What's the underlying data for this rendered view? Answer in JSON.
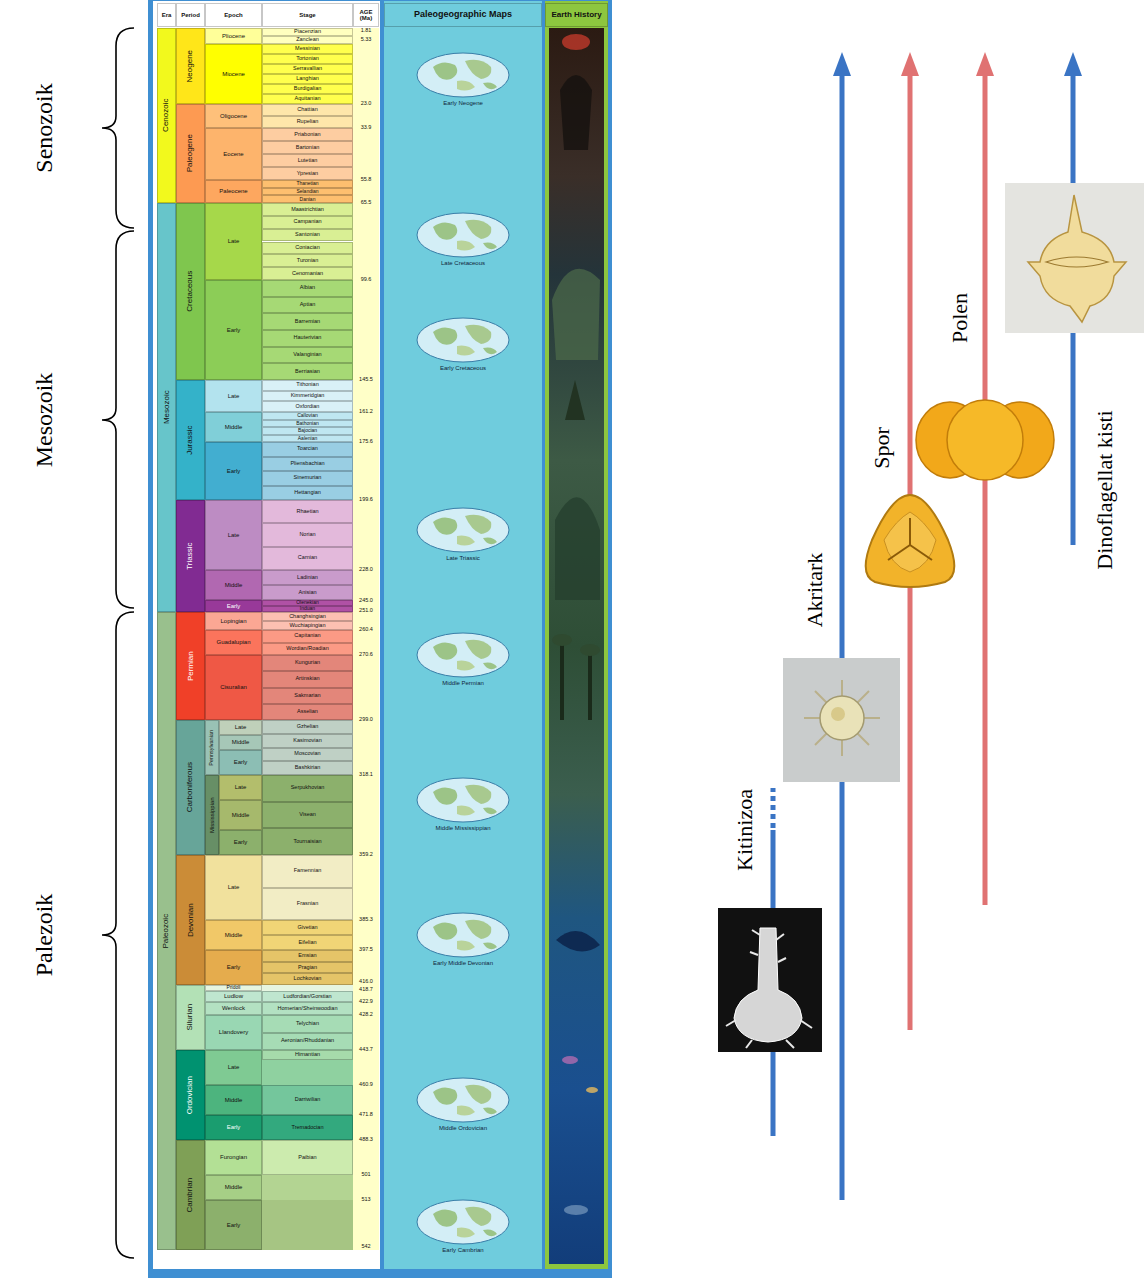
{
  "diagram": {
    "labels": [
      "Senozoik",
      "Mesozoik",
      "Palezoik",
      "Era",
      "Period",
      "Epoch",
      "Stage",
      "AGE (Ma)",
      "Cenozoic",
      "Mesozoic",
      "Paleozoic",
      "Neogene",
      "Paleogene",
      "Cretaceous",
      "Jurassic",
      "Triassic",
      "Permian",
      "Carboniferous",
      "Devonian",
      "Silurian",
      "Ordovician",
      "Cambrian",
      "Pennsylvanian",
      "Mississippian",
      "Pliocene",
      "Miocene",
      "Oligocene",
      "Eocene",
      "Paleocene",
      "Late",
      "Early",
      "Late",
      "Middle",
      "Early",
      "Late",
      "Middle",
      "Early",
      "Lopingian",
      "Guadalupian",
      "Cisuralian",
      "Late",
      "Middle",
      "Early",
      "Late",
      "Middle",
      "Early",
      "Late",
      "Middle",
      "Early",
      "Pridoli",
      "Ludlow",
      "Wenlock",
      "Llandovery",
      "Late",
      "Middle",
      "Early",
      "Furongian",
      "Middle",
      "Early",
      "Piacenzian",
      "Zanclean",
      "Messinian",
      "Tortonian",
      "Serravallian",
      "Langhian",
      "Burdigalian",
      "Aquitanian",
      "Chattian",
      "Rupelian",
      "Priabonian",
      "Bartonian",
      "Lutetian",
      "Ypresian",
      "Thanetian",
      "Selandian",
      "Danian",
      "Maastrichtian",
      "Campanian",
      "Santonian",
      "Coniacian",
      "Turonian",
      "Cenomanian",
      "Albian",
      "Aptian",
      "Barremian",
      "Hauterivian",
      "Valanginian",
      "Berriasian",
      "Tithonian",
      "Kimmeridgian",
      "Oxfordian",
      "Callovian",
      "Bathonian",
      "Bajocian",
      "Aalenian",
      "Toarcian",
      "Pliensbachian",
      "Sinemurian",
      "Hettangian",
      "Rhaetian",
      "Norian",
      "Carnian",
      "Ladinian",
      "Anisian",
      "Olenekian",
      "Induan",
      "Changhsingian",
      "Wuchiapingian",
      "Capitanian",
      "Wordian/Roadian",
      "Kungurian",
      "Artinskian",
      "Sakmarian",
      "Asselian",
      "Gzhelian",
      "Kasimovian",
      "Moscovian",
      "Bashkirian",
      "Serpukhovian",
      "Visean",
      "Tournaisian",
      "Famennian",
      "Frasnian",
      "Givetian",
      "Eifelian",
      "Emsian",
      "Pragian",
      "Lochkovian",
      "Ludfordian/Gorstian",
      "Homerian/Sheinwoodian",
      "Telychian",
      "Aeronian/Rhuddanian",
      "Hirnantian",
      "Darriwilian",
      "Tremadocian",
      "Paibian",
      "1.81",
      "5.33",
      "23.0",
      "33.9",
      "55.8",
      "65.5",
      "99.6",
      "145.5",
      "161.2",
      "175.6",
      "199.6",
      "228.0",
      "245.0",
      "251.0",
      "260.4",
      "270.6",
      "299.0",
      "318.1",
      "359.2",
      "385.3",
      "397.5",
      "416.0",
      "418.7",
      "422.9",
      "428.2",
      "443.7",
      "460.9",
      "471.8",
      "488.3",
      "501",
      "513",
      "542",
      "Paleogeographic Maps",
      "Early Neogene",
      "Late Cretaceous",
      "Early Cretaceous",
      "Late Triassic",
      "Middle Permian",
      "Middle Mississippian",
      "Early Middle Devonian",
      "Middle Ordovician",
      "Early Cambrian",
      "Earth History",
      "Kitinizoa",
      "Akritark",
      "Spor",
      "Polen",
      "Dinoflagellat kisti"
    ]
  }
}
